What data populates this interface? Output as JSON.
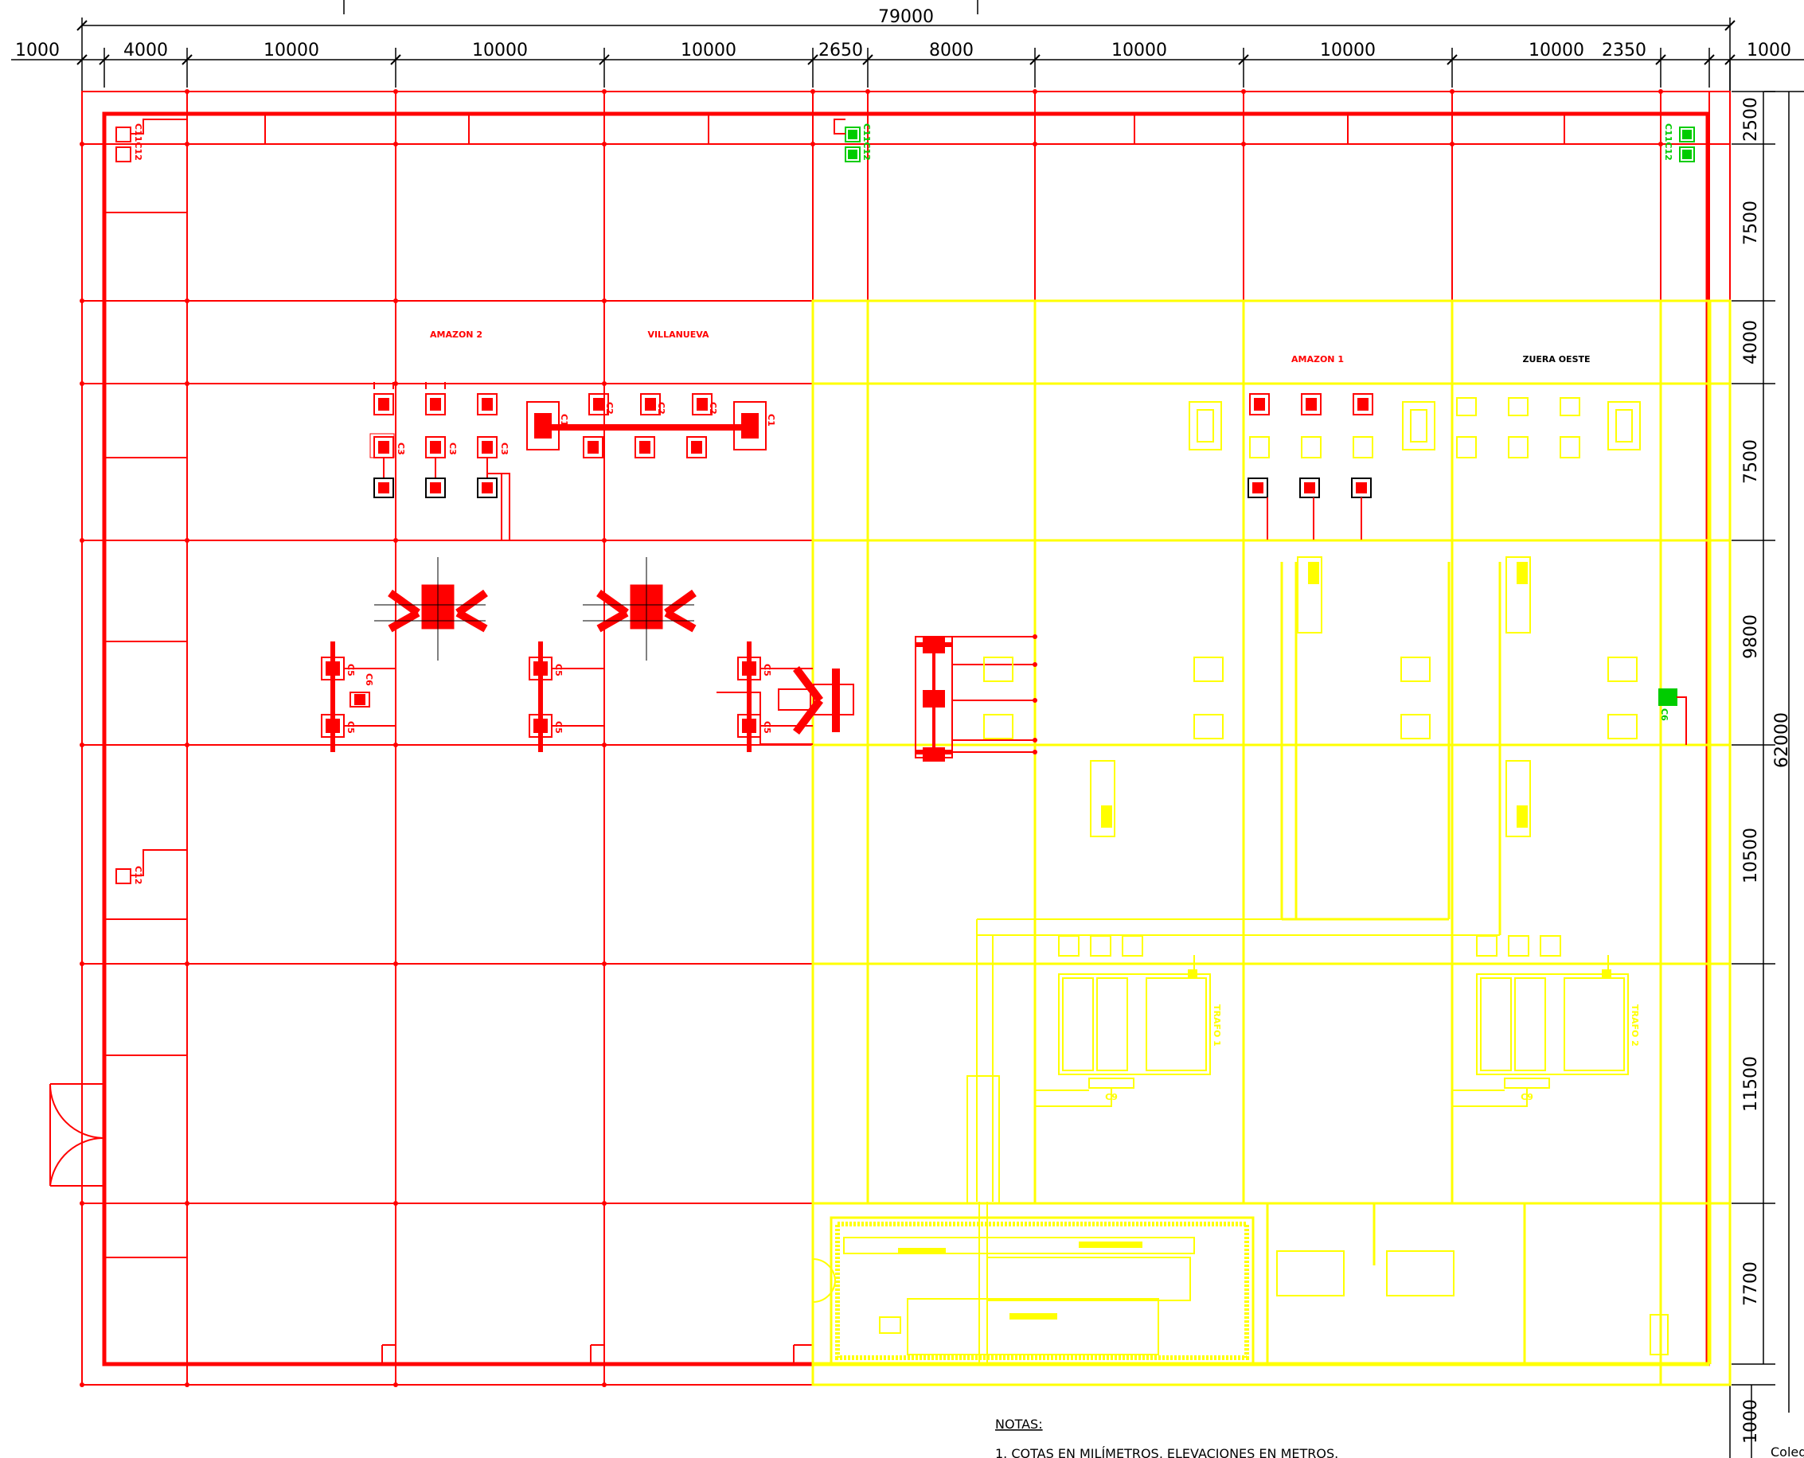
{
  "drawing": {
    "colors": {
      "red_zone": "#ff0000",
      "yellow_zone": "#ffff00",
      "green": "#00cc00",
      "dim_lines": "#000000",
      "background": "#ffffff"
    },
    "overall_width": "79000",
    "overall_height": "62000",
    "outer_margin_left": "1000",
    "outer_margin_right": "1000",
    "outer_margin_bottom": "1000",
    "top_dims": [
      "4000",
      "10000",
      "10000",
      "10000",
      "2650",
      "8000",
      "10000",
      "10000",
      "10000",
      "2350"
    ],
    "right_dims": [
      "2500",
      "7500",
      "4000",
      "7500",
      "9800",
      "10500",
      "11500",
      "7700"
    ],
    "zones": {
      "amazon2": "AMAZON 2",
      "villanueva": "VILLANUEVA",
      "amazon1": "AMAZON 1",
      "zuera": "ZUERA OESTE"
    },
    "equipment": {
      "c1": "C1",
      "c2": "C2",
      "c3": "C3",
      "c5": "C5",
      "c6": "C6",
      "c6b": "C6",
      "c9": "C9",
      "c11c12": "C11C12",
      "c12": "C12",
      "trafo1": "TRAFO 1",
      "trafo2": "TRAFO 2"
    },
    "notes_title": "NOTAS:",
    "notes": [
      "1.  COTAS EN MILÍMETROS, ELEVACIONES EN METROS."
    ],
    "edge_text": "Coleg"
  }
}
